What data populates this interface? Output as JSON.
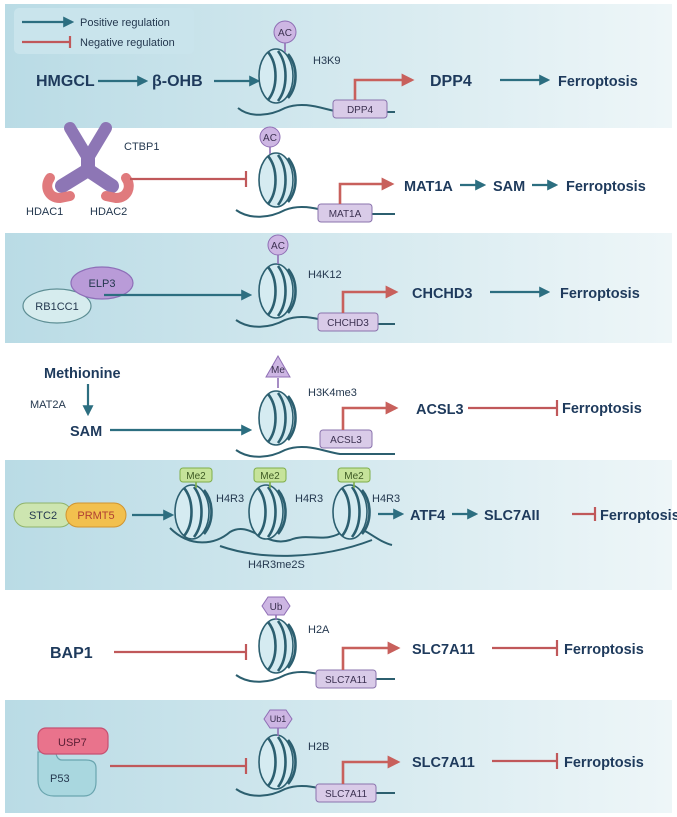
{
  "legend": {
    "positive": "Positive regulation",
    "negative": "Negative regulation"
  },
  "panels": [
    {
      "regulator": "HMGCL",
      "intermediate": "β-OHB",
      "mark": "AC",
      "site": "H3K9",
      "gene_box": "DPP4",
      "gene": "DPP4",
      "outcome": "Ferroptosis",
      "regulation": "positive"
    },
    {
      "complex": [
        "CTBP1",
        "HDAC1",
        "HDAC2"
      ],
      "mark": "AC",
      "gene_box": "MAT1A",
      "gene": "MAT1A",
      "product": "SAM",
      "outcome": "Ferroptosis",
      "regulation": "positive"
    },
    {
      "complex": [
        "ELP3",
        "RB1CC1"
      ],
      "mark": "AC",
      "site": "H4K12",
      "gene_box": "CHCHD3",
      "gene": "CHCHD3",
      "outcome": "Ferroptosis",
      "regulation": "positive"
    },
    {
      "substrate": "Methionine",
      "enzyme": "MAT2A",
      "product": "SAM",
      "mark": "Me",
      "site": "H3K4me3",
      "gene_box": "ACSL3",
      "gene": "ACSL3",
      "outcome": "Ferroptosis",
      "regulation": "negative"
    },
    {
      "complex": [
        "STC2",
        "PRMT5"
      ],
      "mark": "Me2",
      "site": "H4R3",
      "modification": "H4R3me2S",
      "gene": "ATF4",
      "target": "SLC7AII",
      "outcome": "Ferroptosis",
      "regulation": "negative"
    },
    {
      "regulator": "BAP1",
      "mark": "Ub",
      "site": "H2A",
      "gene_box": "SLC7A11",
      "gene": "SLC7A11",
      "outcome": "Ferroptosis",
      "regulation": "negative"
    },
    {
      "complex": [
        "USP7",
        "P53"
      ],
      "mark": "Ub1",
      "site": "H2B",
      "gene_box": "SLC7A11",
      "gene": "SLC7A11",
      "outcome": "Ferroptosis",
      "regulation": "negative"
    }
  ],
  "colors": {
    "positive_arrow": "#2c6e80",
    "negative_arrow": "#c0585a",
    "panel_tint": "#d6e8ee",
    "text": "#1e3a5c"
  }
}
